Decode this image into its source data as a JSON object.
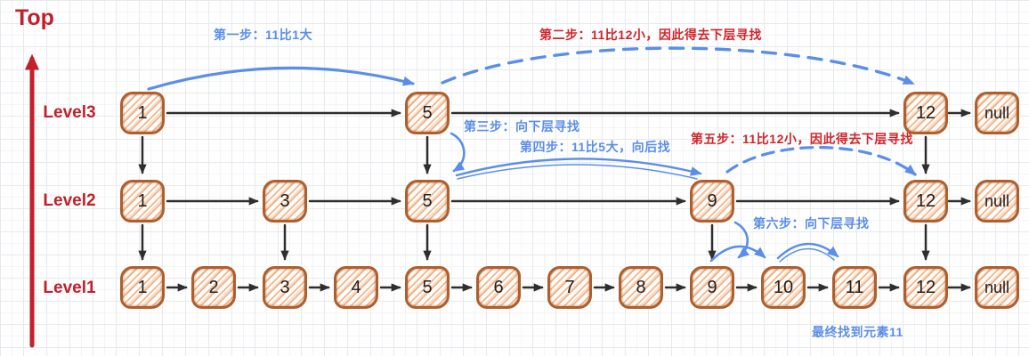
{
  "axis": {
    "top_label": "Top"
  },
  "levels": [
    {
      "label": "Level3",
      "nodes": [
        "1",
        "5",
        "12",
        "null"
      ]
    },
    {
      "label": "Level2",
      "nodes": [
        "1",
        "3",
        "5",
        "9",
        "12",
        "null"
      ]
    },
    {
      "label": "Level1",
      "nodes": [
        "1",
        "2",
        "3",
        "4",
        "5",
        "6",
        "7",
        "8",
        "9",
        "10",
        "11",
        "12",
        "null"
      ]
    }
  ],
  "annotations": {
    "step1": "第一步：11比1大",
    "step2": "第二步：11比12小，因此得去下层寻找",
    "step3": "第三步：向下层寻找",
    "step4": "第四步：11比5大，向后找",
    "step5": "第五步：11比12小，因此得去下层寻找",
    "step6": "第六步：向下层寻找",
    "result": "最终找到元素11"
  },
  "colors": {
    "annotation_blue": "#5b8ee8",
    "annotation_red": "#d0252b",
    "axis_red": "#c2202a",
    "node_border": "#ae5f2c",
    "node_hatch": "#e88c50",
    "connector_black": "#2e2e2e"
  }
}
